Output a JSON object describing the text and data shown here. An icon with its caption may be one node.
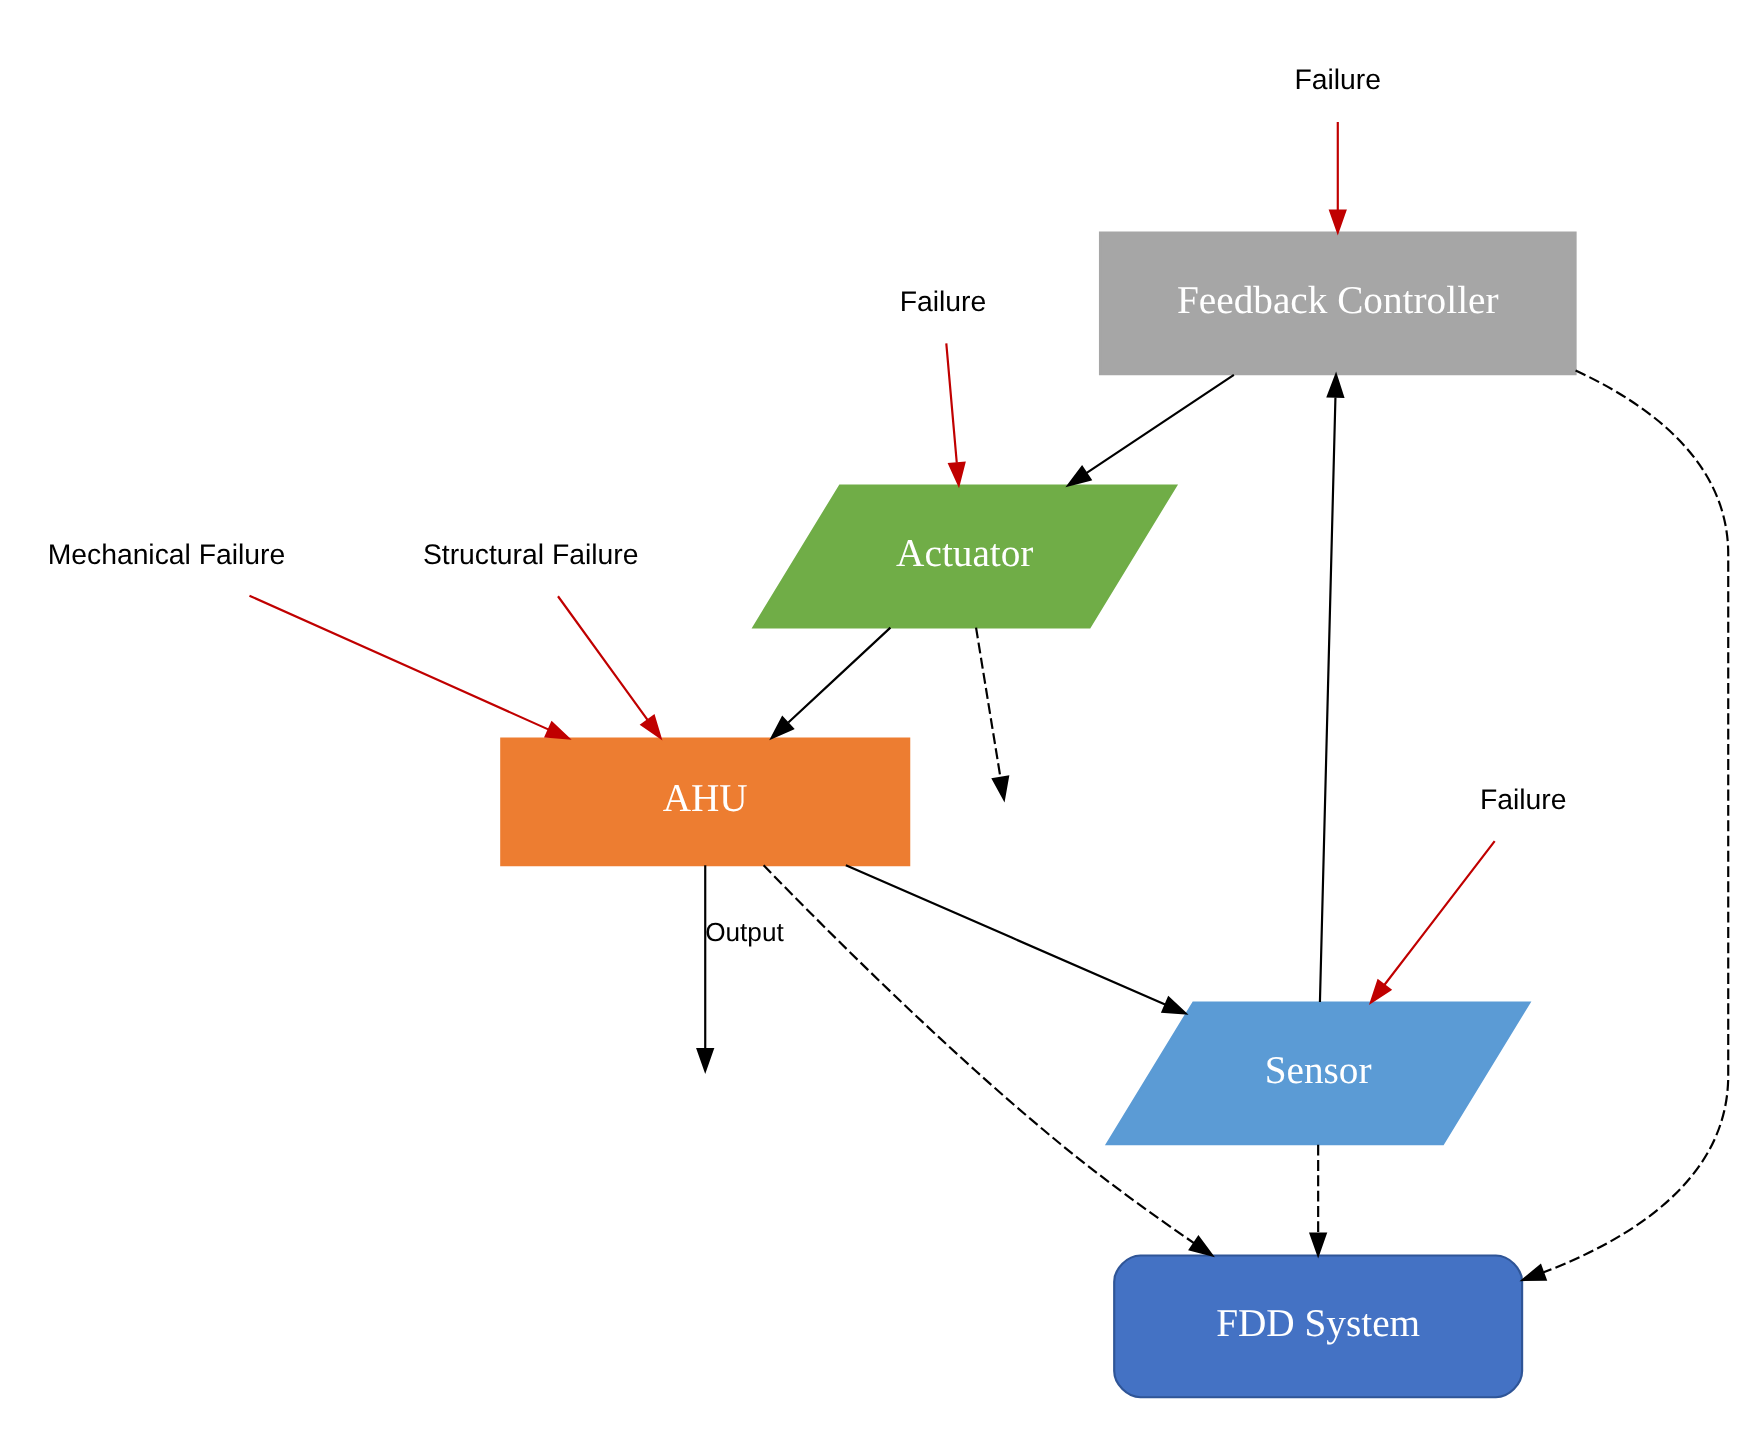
{
  "diagram": {
    "nodes": [
      {
        "text": [
          "Feedback Controller"
        ]
      },
      {
        "text": [
          "Sensor"
        ]
      },
      {
        "text": [
          "Actuator"
        ]
      },
      {
        "text": [
          "AHU"
        ]
      },
      {
        "text": [
          "FDD System"
        ]
      },
      {
        "text": [
          "Failure"
        ]
      },
      {
        "text": [
          "Failure"
        ]
      },
      {
        "text": [
          "Failure"
        ]
      },
      {
        "text": [
          "Mechanical Failure"
        ]
      },
      {
        "text": [
          "Structural Failure"
        ]
      }
    ],
    "edges": [
      {
        "from": 5,
        "to": 0,
        "arrow": "to",
        "color": "#c00000"
      },
      {
        "from": 6,
        "to": 1,
        "arrow": "to",
        "color": "#c00000"
      },
      {
        "from": 1,
        "to": 0,
        "arrow": "to"
      },
      {
        "from": 0,
        "to": 2,
        "arrow": "to"
      },
      {
        "from": 2,
        "to": 3,
        "arrow": "to"
      },
      {
        "from": 3,
        "to": 1,
        "arrow": "to"
      },
      {
        "from": 3,
        "to": null,
        "arrow": "to",
        "label": "Output"
      },
      {
        "from": 7,
        "to": 2,
        "arrow": "to",
        "color": "#c00000"
      },
      {
        "from": 8,
        "to": 3,
        "arrow": "to",
        "color": "#c00000"
      },
      {
        "from": 9,
        "to": 3,
        "arrow": "to",
        "color": "#c00000"
      },
      {
        "from": 2,
        "to": null,
        "arrow": "to",
        "style": "dashed"
      },
      {
        "from": 0,
        "to": 4,
        "arrow": "to",
        "style": "dashed"
      },
      {
        "from": 1,
        "to": 4,
        "arrow": "to",
        "style": "dashed"
      },
      {
        "from": 3,
        "to": 4,
        "arrow": "to",
        "style": "dashed"
      }
    ]
  }
}
